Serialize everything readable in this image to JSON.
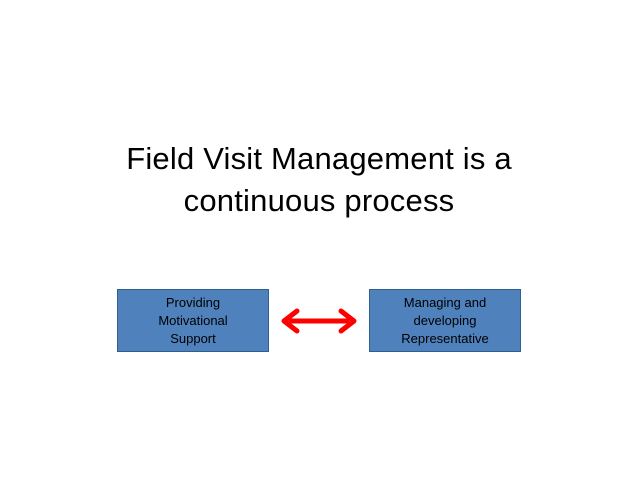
{
  "slide": {
    "title_lines": [
      "Field Visit Management is a",
      "continuous process"
    ]
  },
  "diagram": {
    "left_box_lines": [
      "Providing",
      "Motivational",
      "Support"
    ],
    "right_box_lines": [
      "Managing and",
      "developing",
      "Representative"
    ],
    "arrow_color": "#ff0000",
    "box_color": "#4f81bd",
    "connector": "bidirectional-arrow"
  }
}
